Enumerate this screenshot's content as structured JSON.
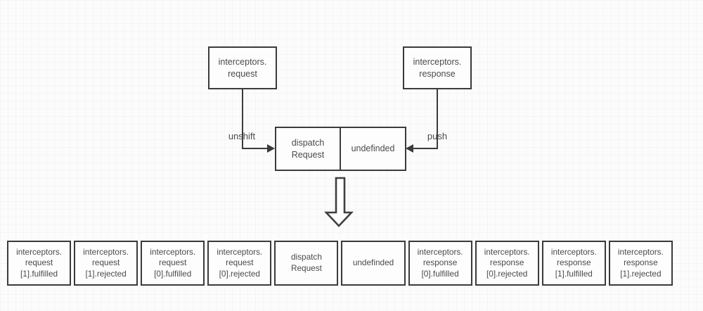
{
  "diagram": {
    "nodes": {
      "request_box": "interceptors.\nrequest",
      "response_box": "interceptors.\nresponse",
      "dispatch_left": "dispatch\nRequest",
      "dispatch_right": "undefinded"
    },
    "edge_labels": {
      "unshift": "unshift",
      "push": "push"
    },
    "icons": {
      "big_down_arrow": "hollow-down-arrow",
      "unshift_arrowhead": "right-arrowhead",
      "push_arrowhead": "left-arrowhead"
    },
    "queue_cells": [
      "interceptors.\nrequest\n[1].fulfilled",
      "interceptors.\nrequest\n[1].rejected",
      "interceptors.\nrequest\n[0].fulfilled",
      "interceptors.\nrequest\n[0].rejected",
      "dispatch\nRequest",
      "undefinded",
      "interceptors.\nresponse\n[0].fulfilled",
      "interceptors.\nresponse\n[0].rejected",
      "interceptors.\nresponse\n[1].fulfilled",
      "interceptors.\nresponse\n[1].rejected"
    ],
    "colors": {
      "background": "#fcfcfc",
      "grid_minor": "#f5f5f5",
      "grid_major": "#e9e9e9",
      "stroke": "#3b3b3b",
      "text": "#4a4a4a",
      "box_fill": "#fdfdfd"
    }
  }
}
